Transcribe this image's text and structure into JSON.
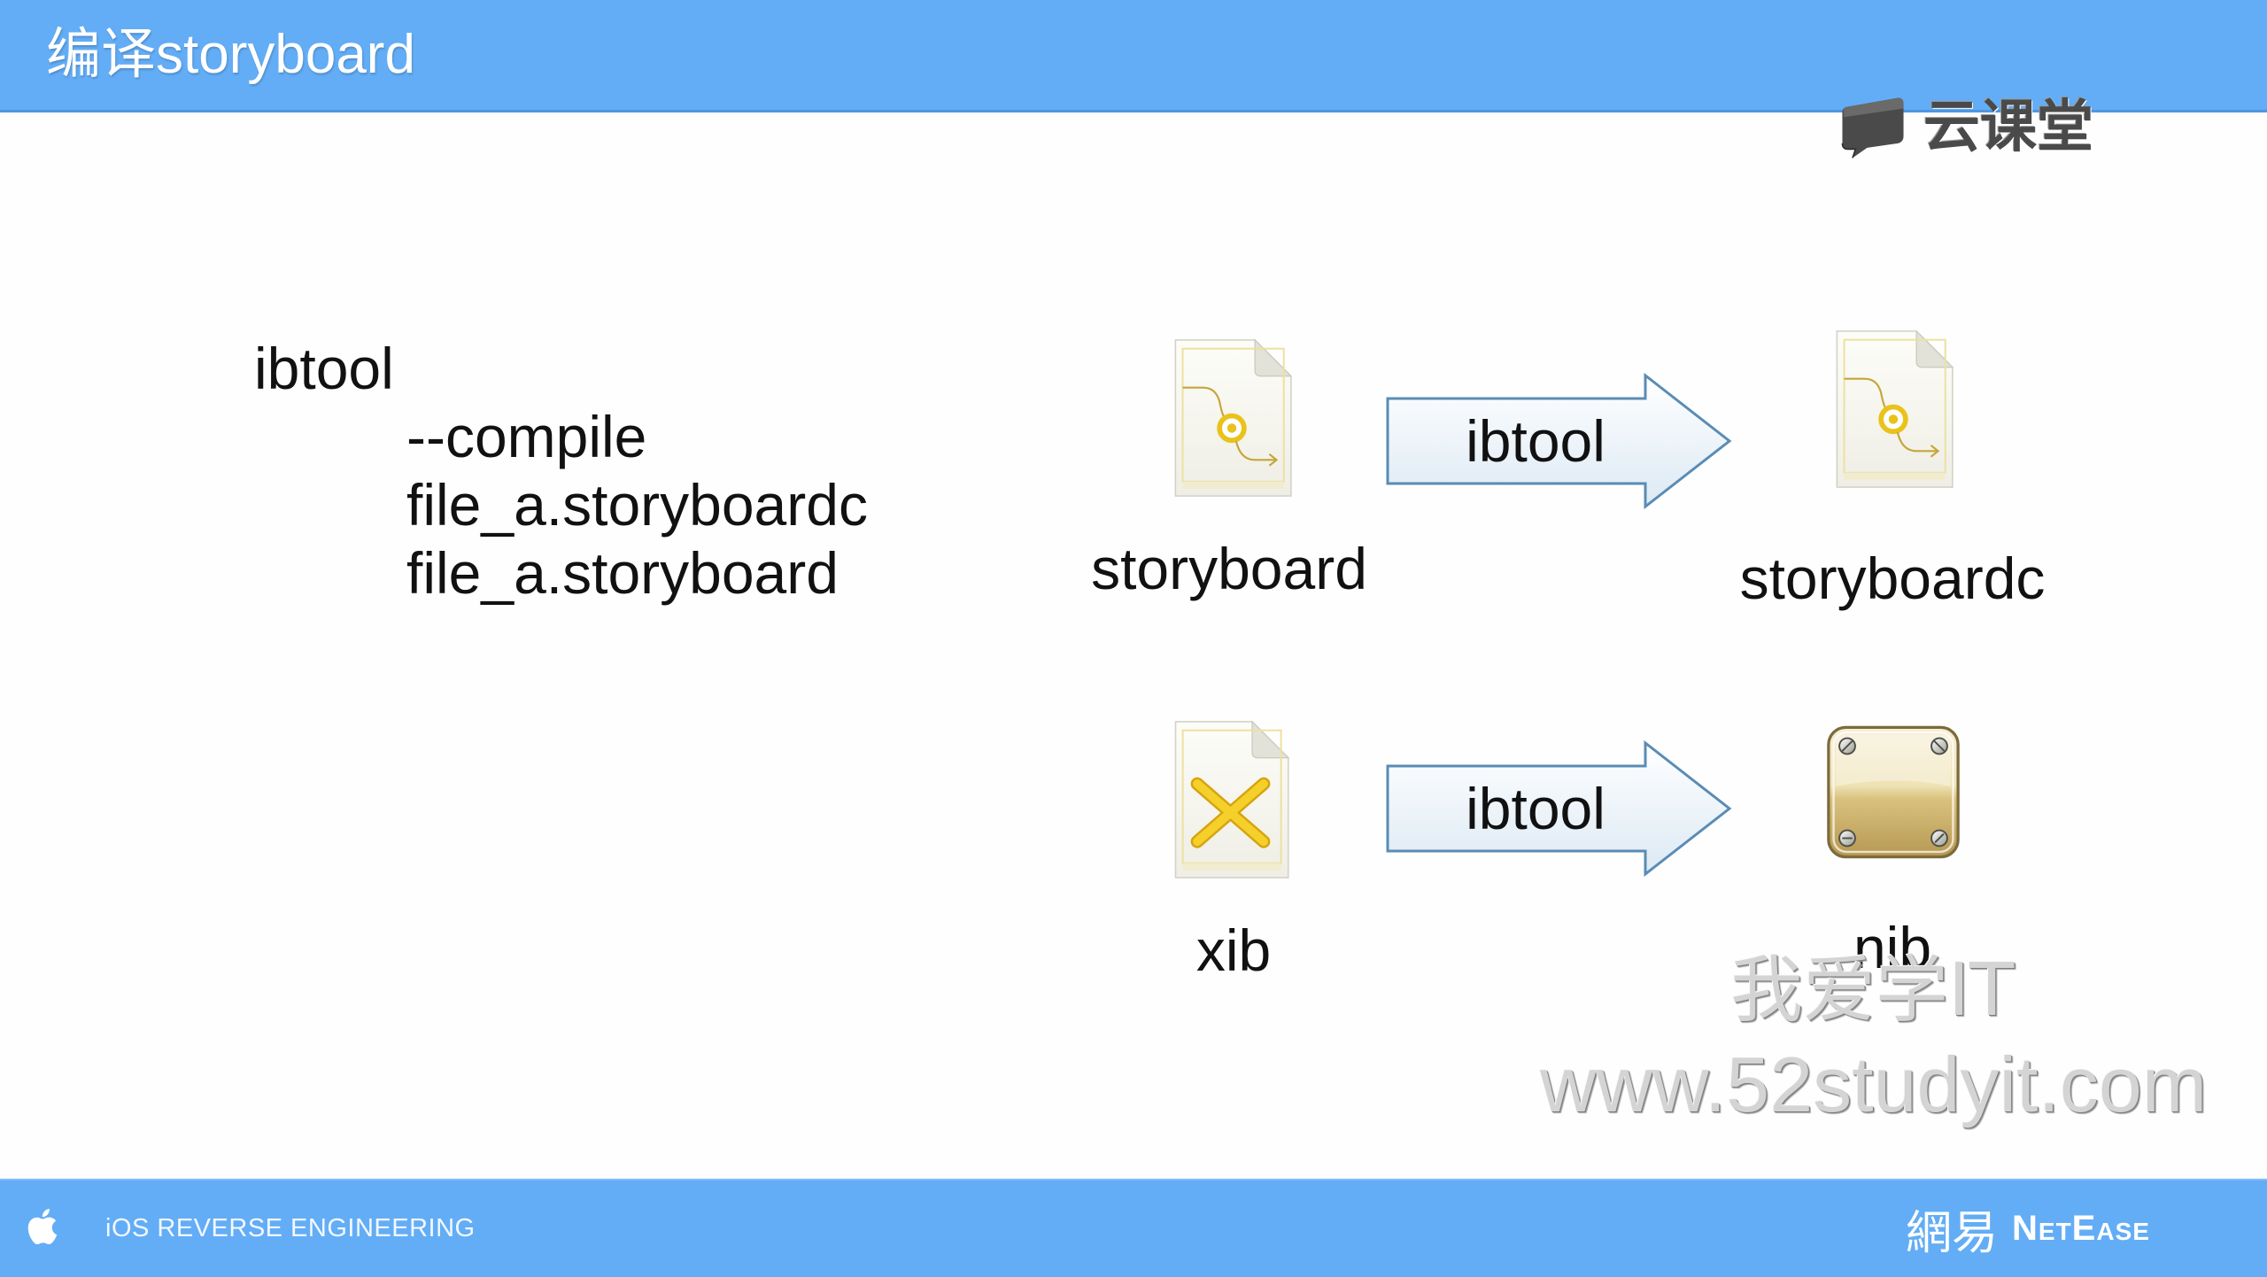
{
  "header": {
    "title": "编译storyboard"
  },
  "logo": {
    "text": "云课堂",
    "icon": "chat-bubble-icon"
  },
  "command": {
    "lines": [
      "ibtool",
      "--compile",
      "file_a.storyboardc",
      "file_a.storyboard"
    ]
  },
  "diagram": {
    "rows": [
      {
        "source": {
          "label": "storyboard",
          "icon": "storyboard-file-icon"
        },
        "tool": "ibtool",
        "target": {
          "label": "storyboardc",
          "icon": "storyboardc-file-icon"
        }
      },
      {
        "source": {
          "label": "xib",
          "icon": "xib-file-icon"
        },
        "tool": "ibtool",
        "target": {
          "label": "nib",
          "icon": "nib-file-icon"
        }
      }
    ]
  },
  "watermark": {
    "line1": "我爱学IT",
    "line2": "www.52studyit.com"
  },
  "footer": {
    "left_icon": "apple-logo-icon",
    "left_text": "iOS REVERSE ENGINEERING",
    "brand_cn": "網易",
    "brand_en": "NetEase"
  },
  "colors": {
    "bar": "#63adf6",
    "arrow_stroke": "#5a8cb5",
    "icon_yellow": "#e9c21a",
    "text": "#111111"
  }
}
